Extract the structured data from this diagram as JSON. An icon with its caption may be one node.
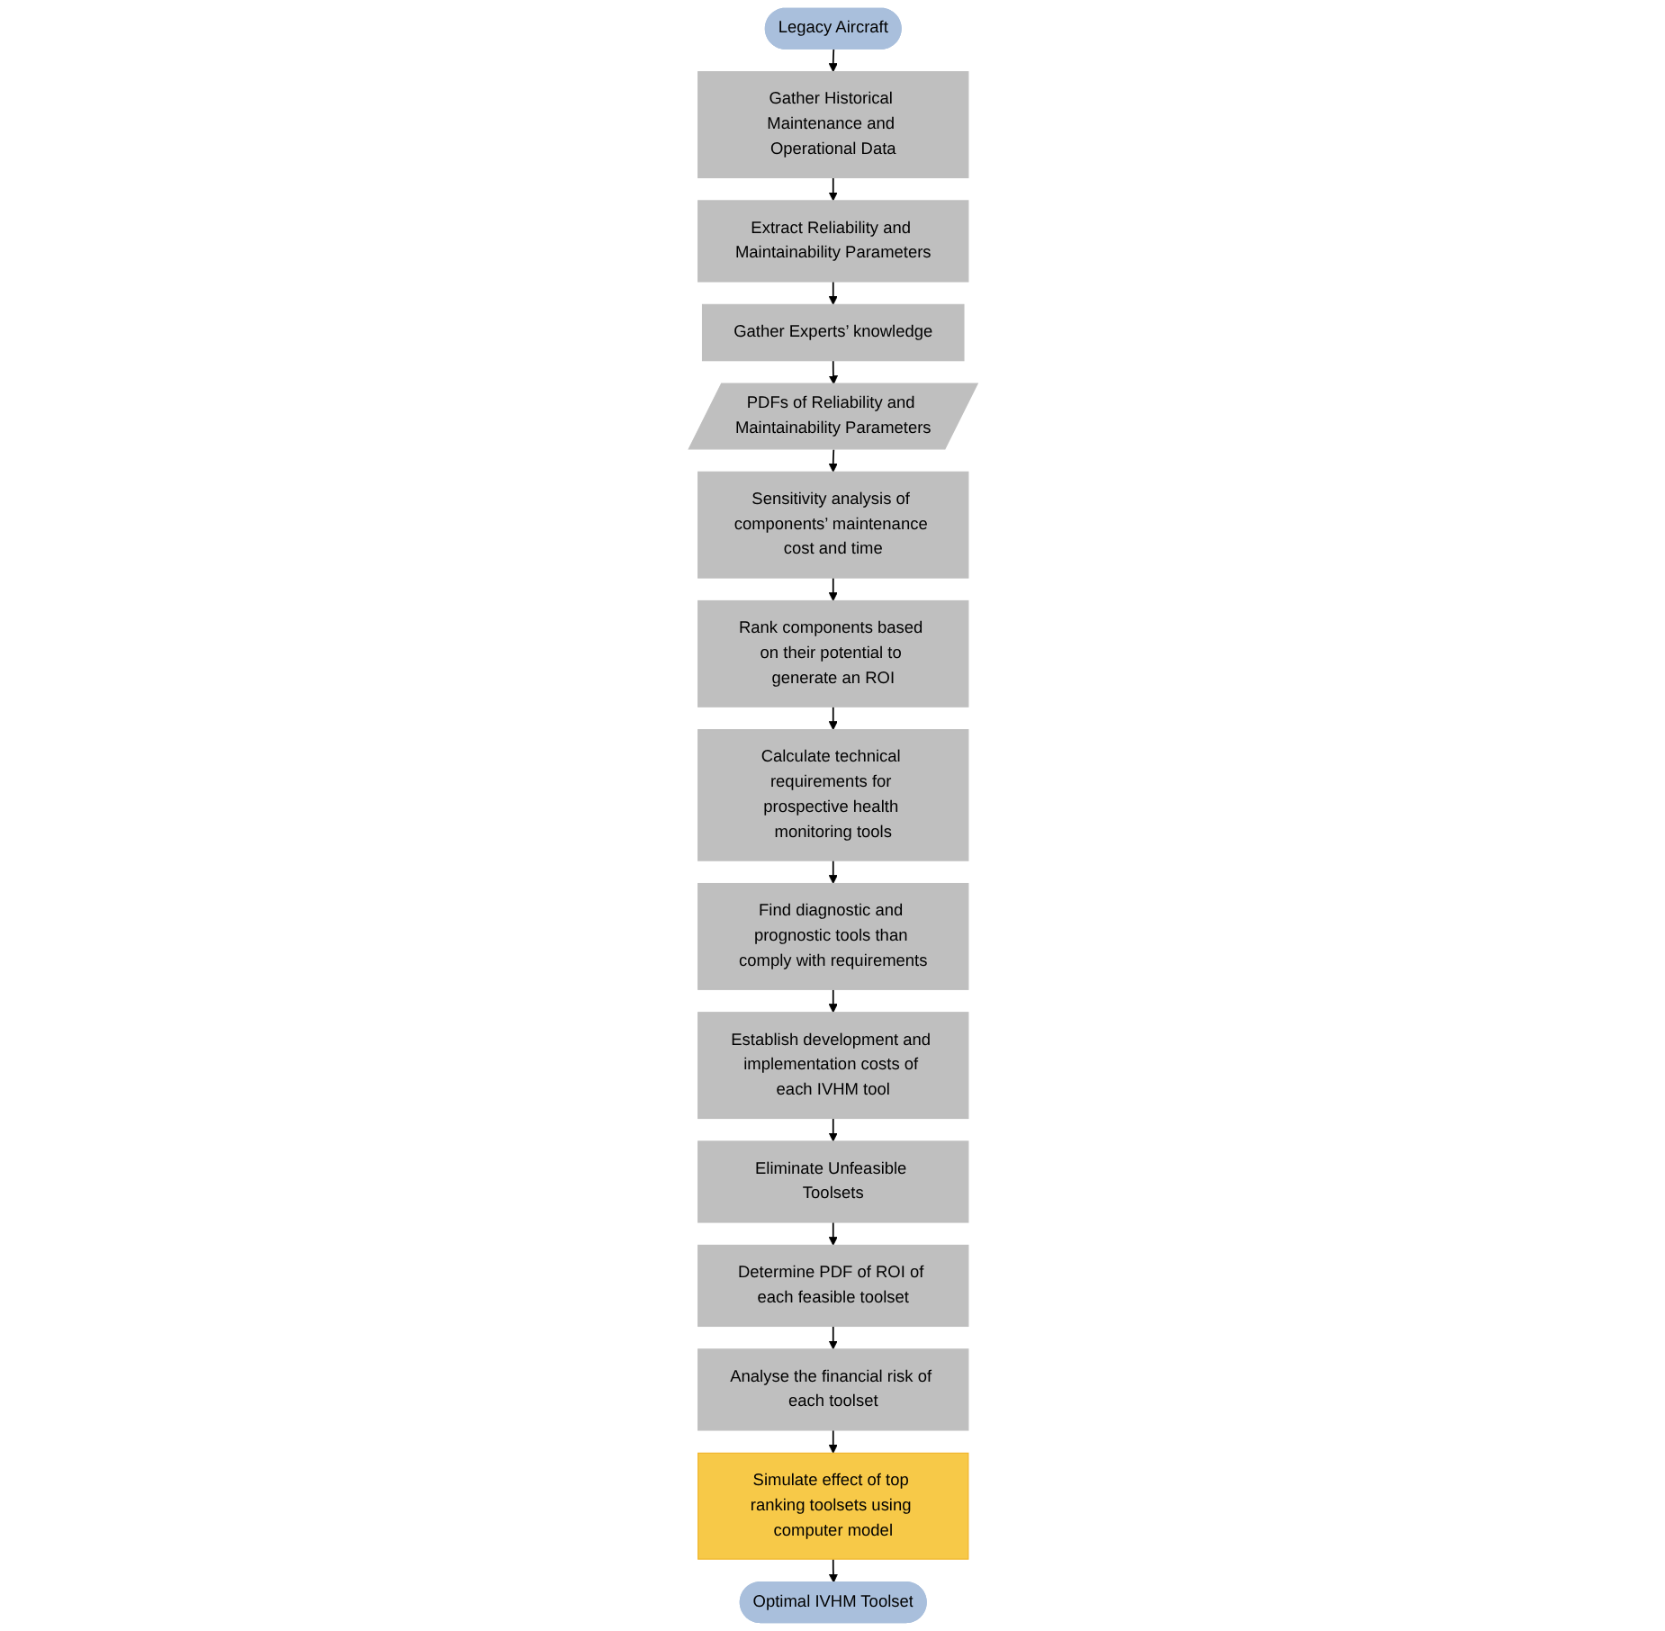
{
  "diagram": {
    "nodes": [
      {
        "text": [
          "Legacy Aircraft"
        ]
      },
      {
        "text": [
          "Gather Historical Maintenance and Operational Data"
        ]
      },
      {
        "text": [
          "Extract Reliability and Maintainability Parameters"
        ]
      },
      {
        "text": [
          "Gather Experts’ knowledge"
        ]
      },
      {
        "text": [
          "PDFs of Reliability and Maintainability Parameters"
        ]
      },
      {
        "text": [
          "Sensitivity analysis of components’ maintenance cost and time"
        ]
      },
      {
        "text": [
          "Rank components based on their potential to generate an ROI"
        ]
      },
      {
        "text": [
          "Calculate technical requirements for prospective health monitoring tools"
        ]
      },
      {
        "text": [
          "Find diagnostic and prognostic tools than comply with requirements"
        ]
      },
      {
        "text": [
          "Establish development and implementation costs of each IVHM tool"
        ]
      },
      {
        "text": [
          "Eliminate Unfeasible Toolsets"
        ]
      },
      {
        "text": [
          "Determine PDF of ROI of each feasible toolset"
        ]
      },
      {
        "text": [
          "Analyse the financial risk of each toolset"
        ]
      },
      {
        "text": [
          "Simulate effect of top ranking toolsets using computer model"
        ]
      },
      {
        "text": [
          "Optimal IVHM Toolset"
        ]
      }
    ],
    "edges": [
      {
        "from": 0,
        "to": 1,
        "arrow": "to"
      },
      {
        "from": 1,
        "to": 2,
        "arrow": "to"
      },
      {
        "from": 2,
        "to": 3,
        "arrow": "to"
      },
      {
        "from": 3,
        "to": 4,
        "arrow": "to"
      },
      {
        "from": 4,
        "to": 5,
        "arrow": "to"
      },
      {
        "from": 5,
        "to": 6,
        "arrow": "to"
      },
      {
        "from": 6,
        "to": 7,
        "arrow": "to"
      },
      {
        "from": 7,
        "to": 8,
        "arrow": "to"
      },
      {
        "from": 8,
        "to": 9,
        "arrow": "to"
      },
      {
        "from": 9,
        "to": 10,
        "arrow": "to"
      },
      {
        "from": 10,
        "to": 11,
        "arrow": "to"
      },
      {
        "from": 11,
        "to": 12,
        "arrow": "to"
      },
      {
        "from": 12,
        "to": 13,
        "arrow": "to"
      },
      {
        "from": 13,
        "to": 14,
        "arrow": "to"
      }
    ]
  }
}
